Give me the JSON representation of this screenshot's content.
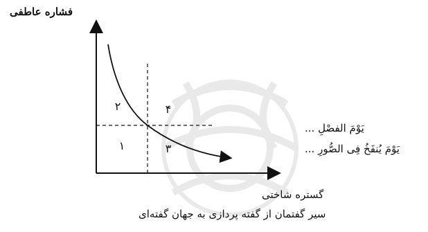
{
  "axes": {
    "y_label": "فشاره عاطفی",
    "x_label": "گستره شاختی"
  },
  "quadrants": {
    "q1": "١",
    "q2": "٢",
    "q3": "٣",
    "q4": "۴"
  },
  "side_phrases": {
    "phrase_1": "یَوْمَ الفصْلِ ...",
    "phrase_2": "یَوْمَ یُنفَخُ فِی الصُّورِ ..."
  },
  "caption": "سیر گفتمان از گفته پردازی به جهان گفته‌ای",
  "colors": {
    "ink": "#111111",
    "watermark": "#e9e9e9"
  }
}
